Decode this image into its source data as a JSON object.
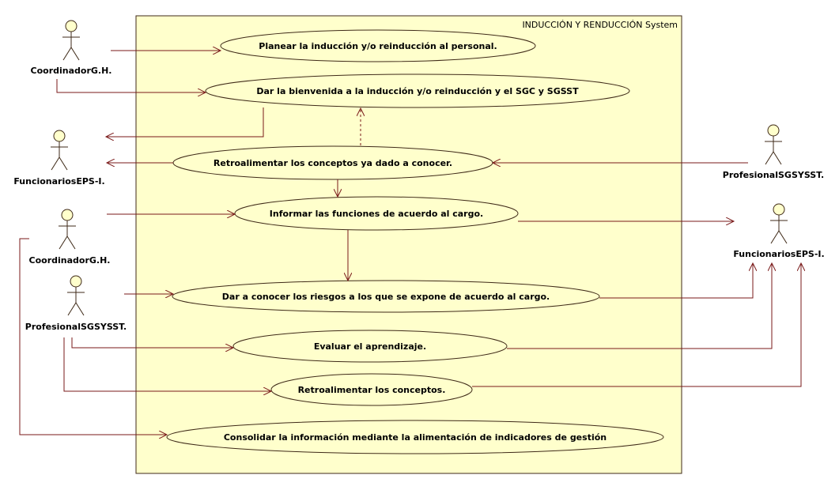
{
  "system": {
    "label": "INDUCCIÓN Y RENDUCCIÓN  System",
    "fill": "#ffffcc",
    "border": "#3f2a18"
  },
  "colors": {
    "connector": "#7a1a1a",
    "usecase_fill": "#ffffcc",
    "actor_head": "#ffffcc"
  },
  "actors": [
    {
      "id": "a1",
      "label": "CoordinadorG.H."
    },
    {
      "id": "a2",
      "label": "FuncionariosEPS-I."
    },
    {
      "id": "a3",
      "label": "CoordinadorG.H."
    },
    {
      "id": "a4",
      "label": "ProfesionalSGSYSST."
    },
    {
      "id": "a5",
      "label": "ProfesionalSGSYSST."
    },
    {
      "id": "a6",
      "label": "FuncionariosEPS-I."
    }
  ],
  "use_cases": [
    {
      "id": "uc1",
      "label": "Planear la inducción y/o reinducción al personal."
    },
    {
      "id": "uc2",
      "label": "Dar la bienvenida a la inducción y/o reinducción y el SGC y SGSST"
    },
    {
      "id": "uc3",
      "label": "Retroalimentar los conceptos ya dado a conocer."
    },
    {
      "id": "uc4",
      "label": "Informar las funciones de acuerdo al cargo."
    },
    {
      "id": "uc5",
      "label": "Dar a conocer los riesgos a los que se expone de acuerdo al cargo."
    },
    {
      "id": "uc6",
      "label": "Evaluar el aprendizaje."
    },
    {
      "id": "uc7",
      "label": "Retroalimentar los conceptos."
    },
    {
      "id": "uc8",
      "label": "Consolidar la información mediante la alimentación de indicadores de gestión"
    }
  ]
}
